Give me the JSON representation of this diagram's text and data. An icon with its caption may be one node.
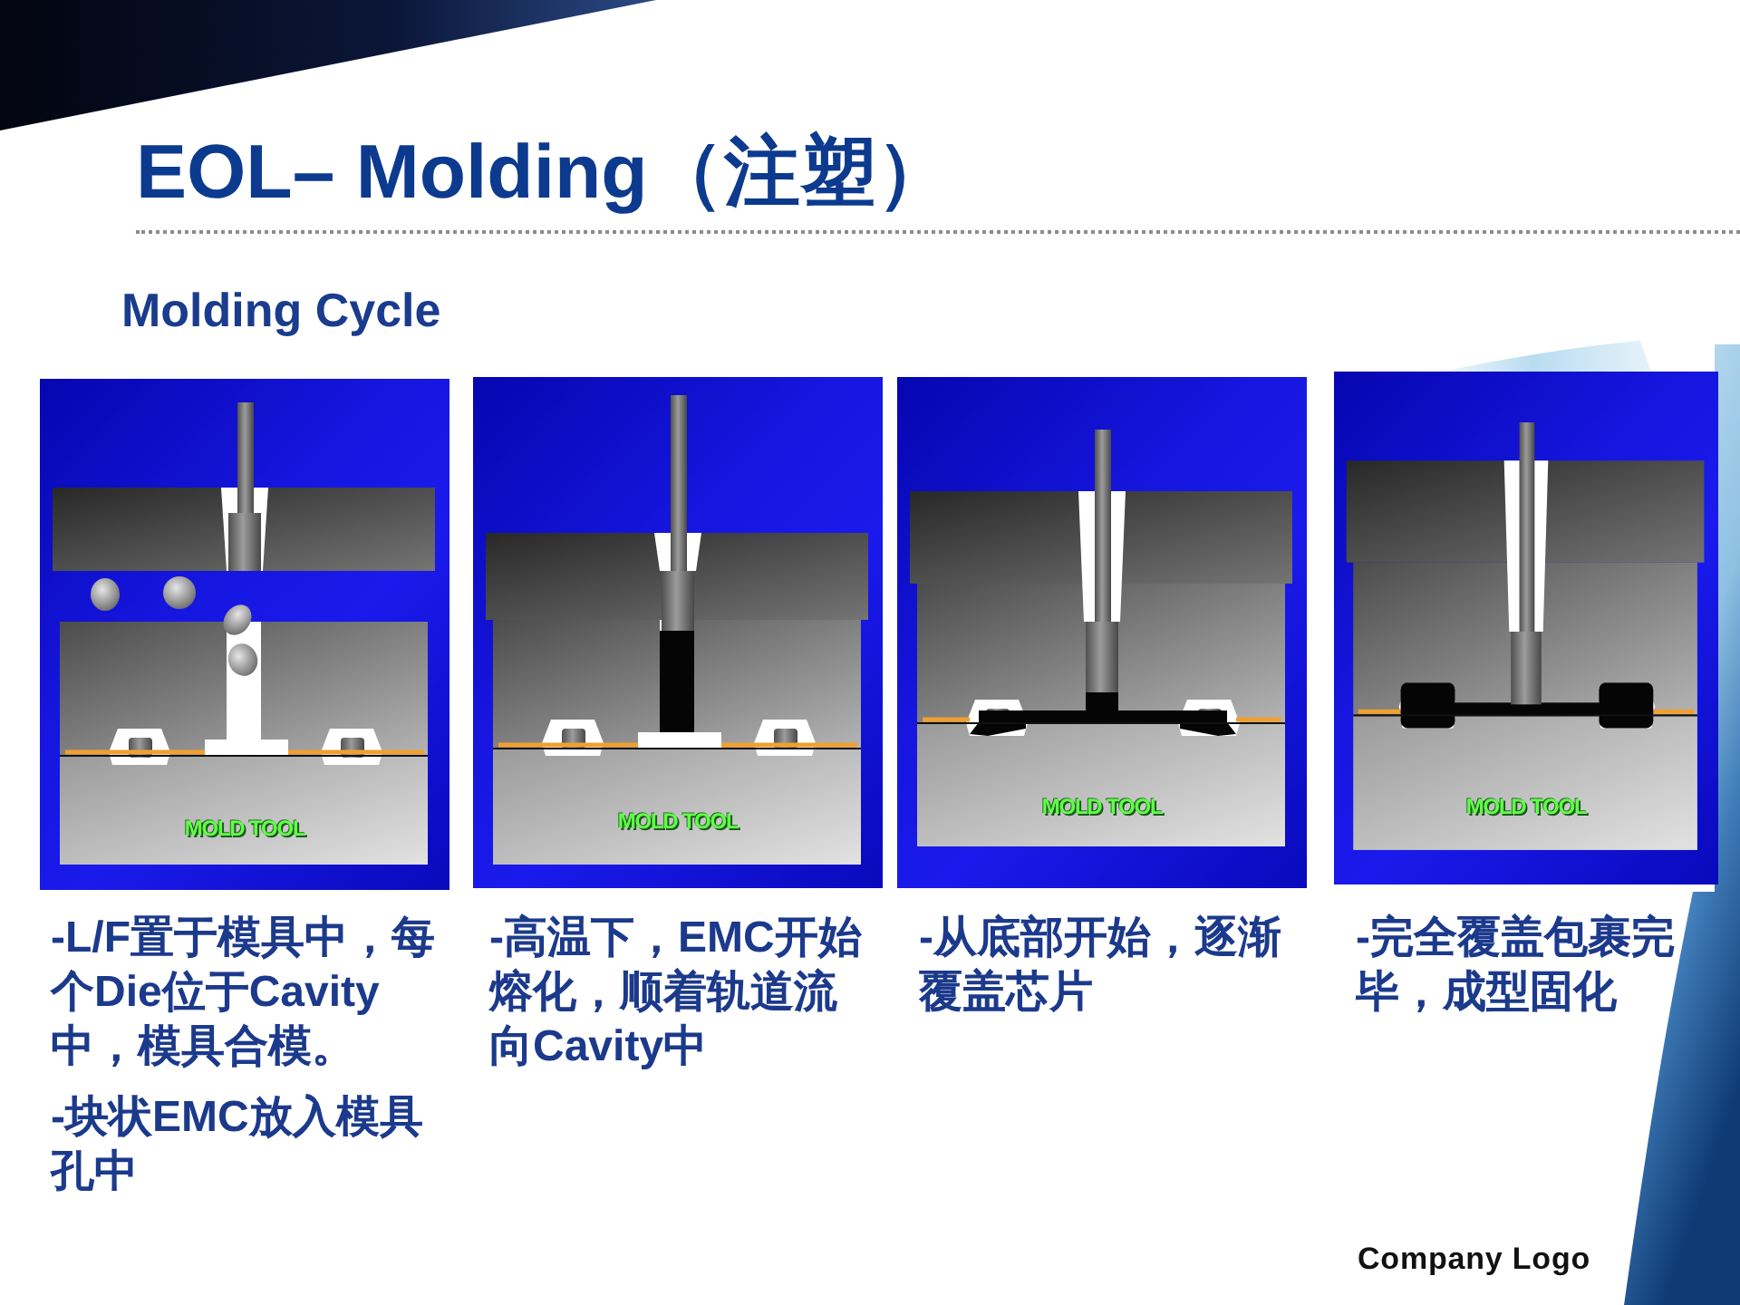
{
  "diagram": {
    "title": "EOL– Molding（注塑）",
    "nodes": [
      {
        "text": [
          "MOLD TOOL"
        ],
        "beside": [
          "-L/F置于模具中，每个Die位于Cavity中，模具合模。",
          "-块状EMC放入模具孔中"
        ]
      },
      {
        "text": [
          "MOLD TOOL"
        ],
        "beside": [
          "-高温下，EMC开始熔化，顺着轨道流向Cavity中"
        ]
      },
      {
        "text": [
          "MOLD TOOL"
        ],
        "beside": [
          "-从底部开始，逐渐覆盖芯片"
        ]
      },
      {
        "text": [
          "MOLD TOOL"
        ],
        "beside": [
          "-完全覆盖包裹完毕，成型固化"
        ]
      }
    ],
    "labels": [
      "Molding Cycle",
      "Company Logo"
    ]
  }
}
